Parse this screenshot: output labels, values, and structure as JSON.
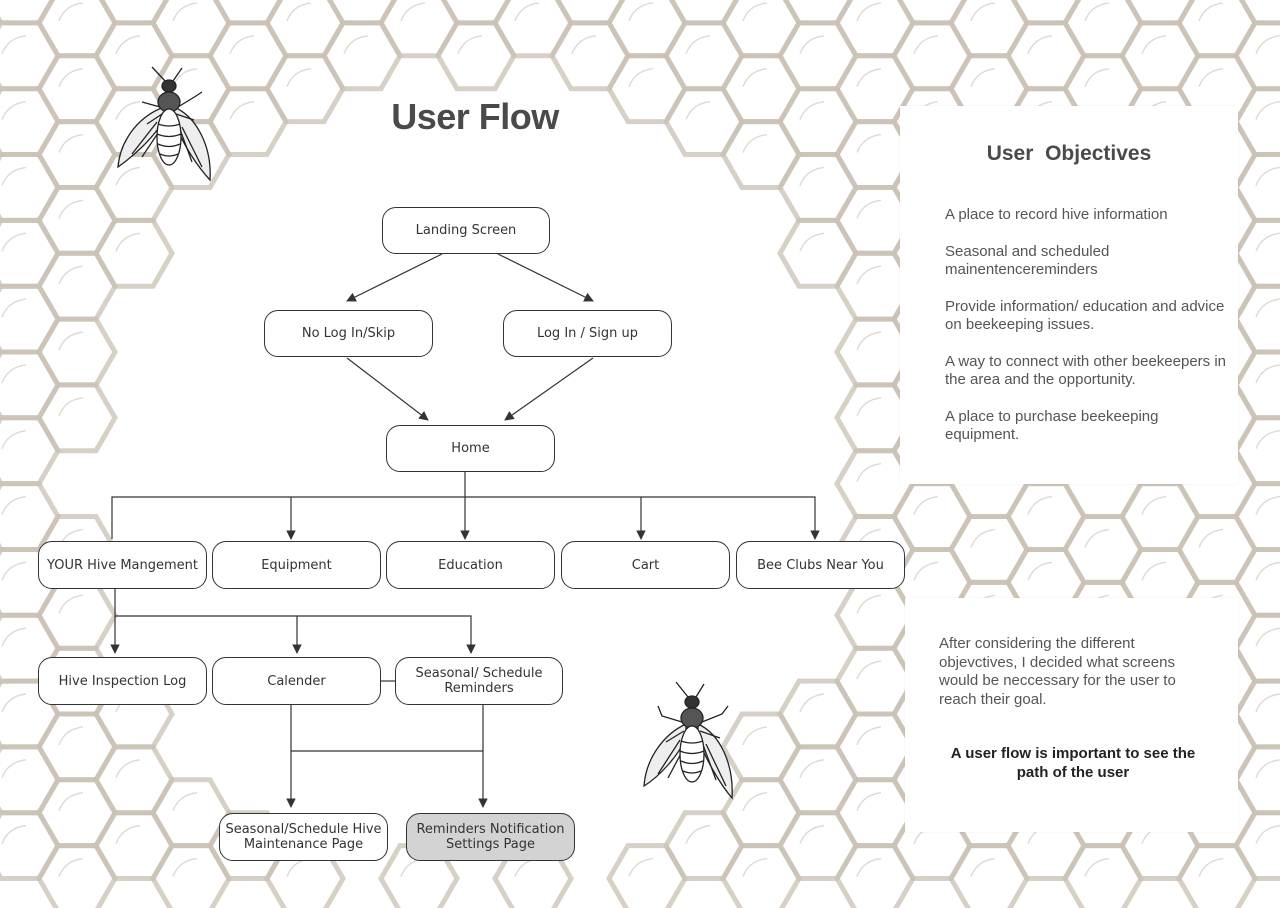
{
  "page": {
    "title": "User Flow"
  },
  "colors": {
    "hex_stroke": "#c9c0b4",
    "line": "#333333",
    "shaded_node": "#d3d3d3"
  },
  "flow": {
    "landing": "Landing Screen",
    "no_login": "No Log In/Skip",
    "login": "Log In / Sign up",
    "home": "Home",
    "hive_mgmt": "YOUR Hive Mangement",
    "equipment": "Equipment",
    "education": "Education",
    "cart": "Cart",
    "bee_clubs": "Bee Clubs Near You",
    "inspection_log": "Hive Inspection Log",
    "calender": "Calender",
    "seasonal_reminders": "Seasonal/ Schedule Reminders",
    "maintenance_page": "Seasonal/Schedule Hive Maintenance Page",
    "notification_settings": "Reminders Notification Settings Page"
  },
  "objectives": {
    "heading": "User  Objectives",
    "items": [
      "A place to record hive information",
      "Seasonal and scheduled mainentencereminders",
      "Provide information/ education and advice on beekeeping issues.",
      "A way to connect with other beekeepers in the area and the opportunity.",
      "A place to purchase beekeeping equipment."
    ]
  },
  "note": {
    "text": "After considering the different objevctives, I decided what screens would be neccessary for the user to reach their goal.",
    "emphasis": "A user flow is important to see the path of the user"
  },
  "decor": {
    "illustrations": [
      "bee-illustration",
      "bee-illustration"
    ],
    "pattern": "honeycomb-pattern"
  }
}
